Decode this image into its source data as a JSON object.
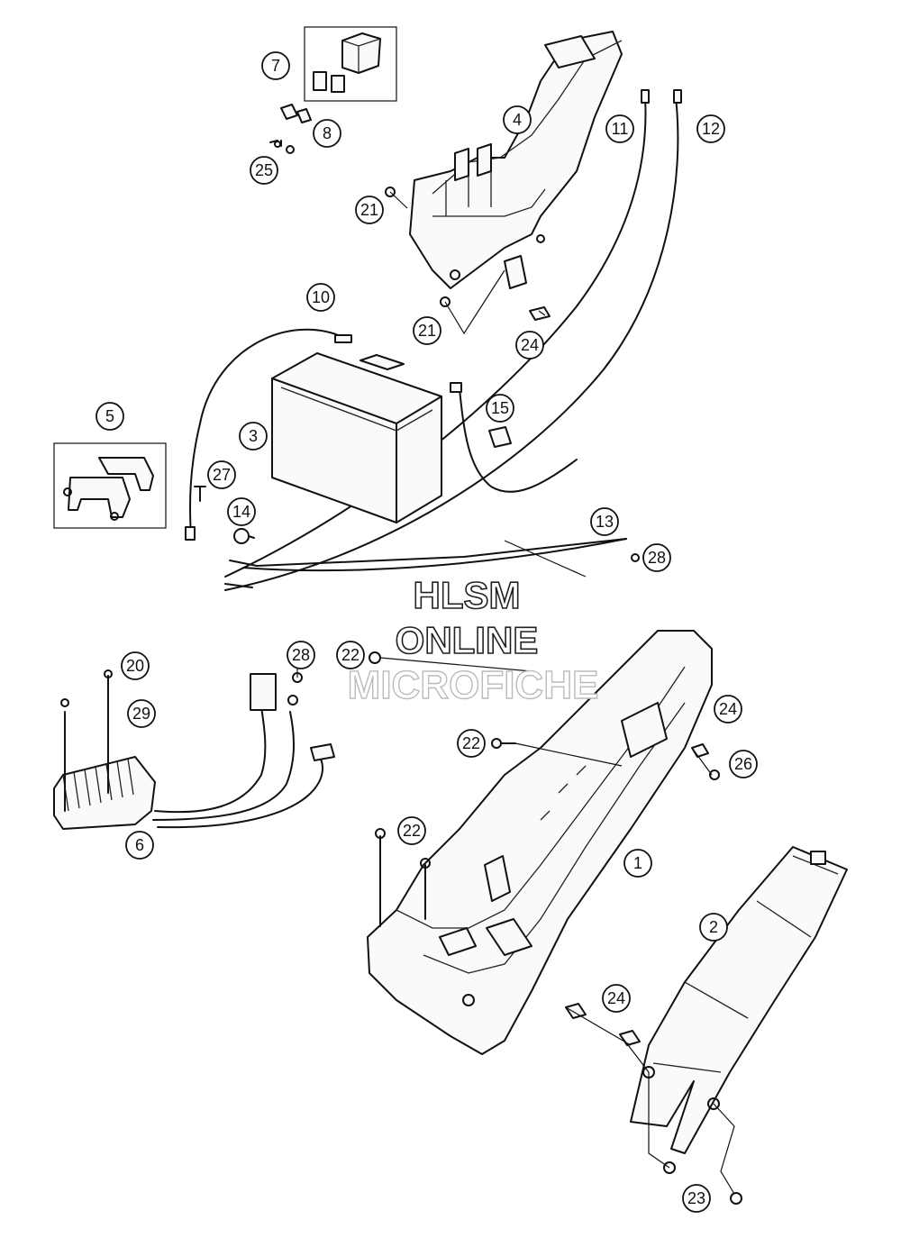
{
  "watermark": {
    "line1": "HLSM",
    "line2": "ONLINE",
    "line3": "MICROFICHE"
  },
  "callouts": [
    {
      "id": "c7",
      "label": "7"
    },
    {
      "id": "c8",
      "label": "8"
    },
    {
      "id": "c25",
      "label": "25"
    },
    {
      "id": "c4",
      "label": "4"
    },
    {
      "id": "c11",
      "label": "11"
    },
    {
      "id": "c12",
      "label": "12"
    },
    {
      "id": "c21a",
      "label": "21"
    },
    {
      "id": "c21b",
      "label": "21"
    },
    {
      "id": "c24a",
      "label": "24"
    },
    {
      "id": "c10",
      "label": "10"
    },
    {
      "id": "c15",
      "label": "15"
    },
    {
      "id": "c5",
      "label": "5"
    },
    {
      "id": "c3",
      "label": "3"
    },
    {
      "id": "c27",
      "label": "27"
    },
    {
      "id": "c14",
      "label": "14"
    },
    {
      "id": "c13",
      "label": "13"
    },
    {
      "id": "c28a",
      "label": "28"
    },
    {
      "id": "c20",
      "label": "20"
    },
    {
      "id": "c29",
      "label": "29"
    },
    {
      "id": "c28b",
      "label": "28"
    },
    {
      "id": "c22a",
      "label": "22"
    },
    {
      "id": "c22b",
      "label": "22"
    },
    {
      "id": "c24b",
      "label": "24"
    },
    {
      "id": "c26",
      "label": "26"
    },
    {
      "id": "c6",
      "label": "6"
    },
    {
      "id": "c22c",
      "label": "22"
    },
    {
      "id": "c1",
      "label": "1"
    },
    {
      "id": "c2",
      "label": "2"
    },
    {
      "id": "c24c",
      "label": "24"
    },
    {
      "id": "c23",
      "label": "23"
    }
  ]
}
